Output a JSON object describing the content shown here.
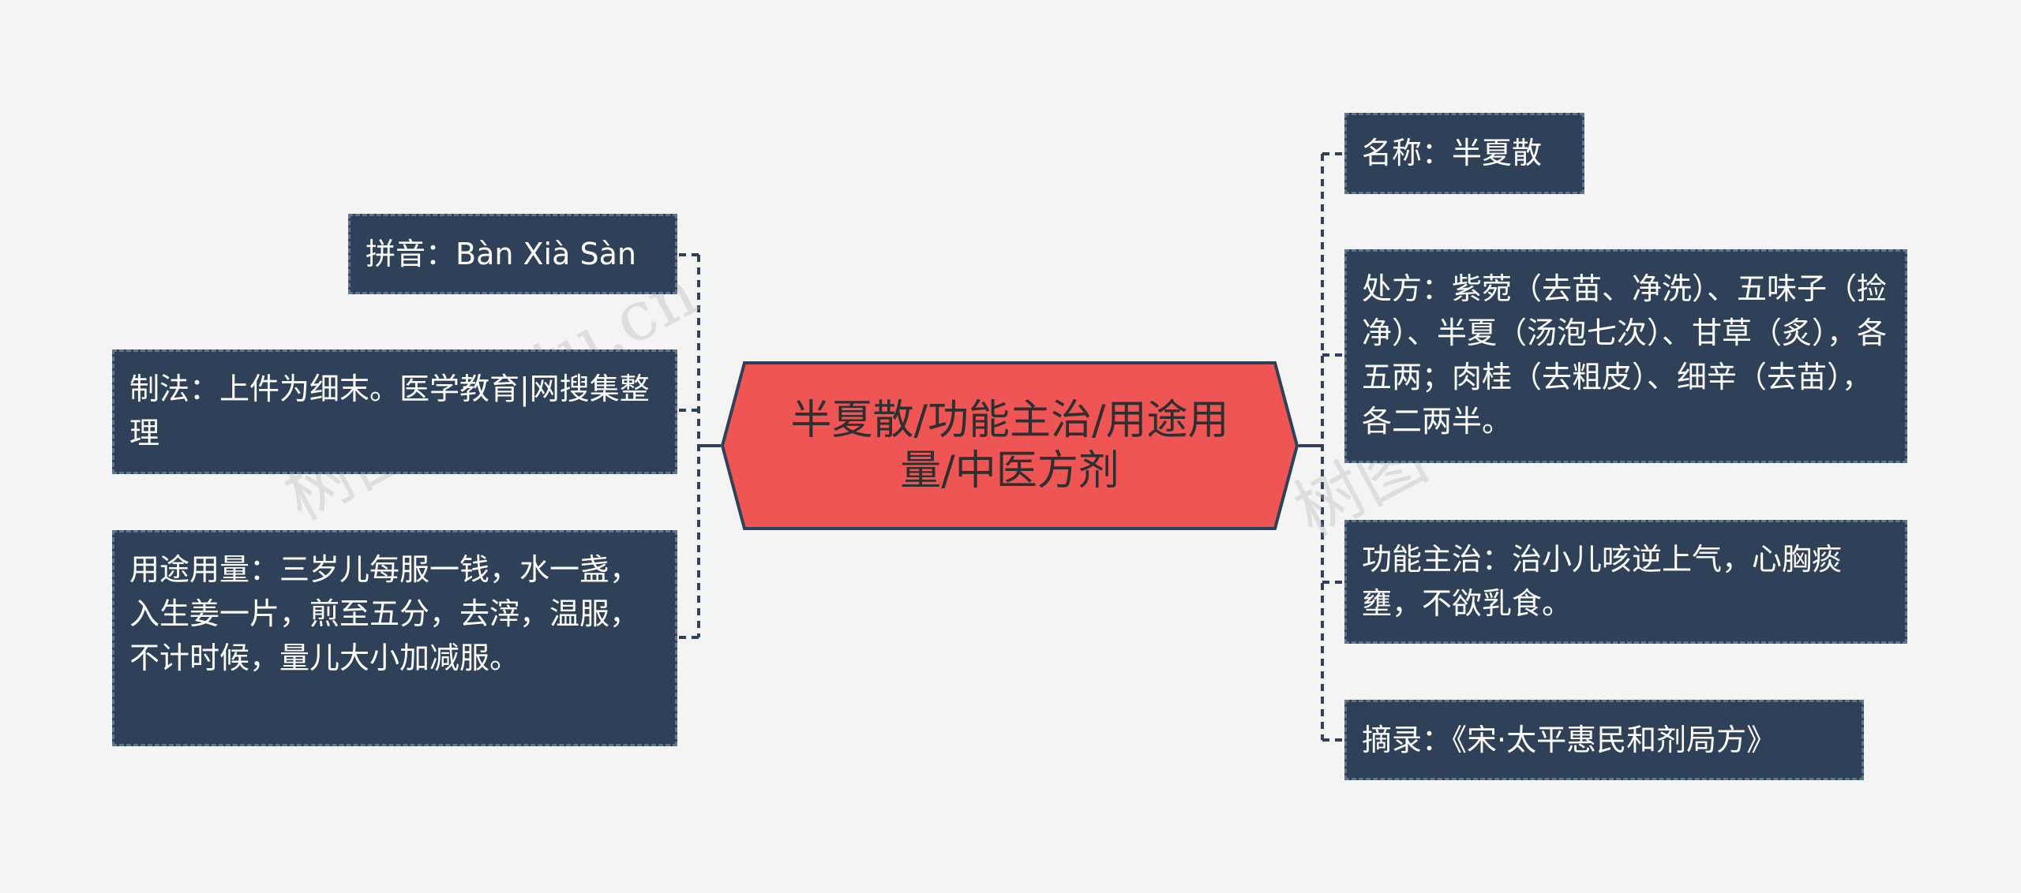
{
  "center": {
    "title": "半夏散/功能主治/用途用量/中医方剂"
  },
  "left_nodes": [
    {
      "text": "拼音：Bàn Xià Sàn"
    },
    {
      "text": "制法：上件为细末。医学教育|网搜集整理"
    },
    {
      "text": "用途用量：三岁儿每服一钱，水一盏，入生姜一片，煎至五分，去滓，温服，不计时候，量儿大小加减服。"
    }
  ],
  "right_nodes": [
    {
      "text": "名称：半夏散"
    },
    {
      "text": "处方：紫菀（去苗、净洗）、五味子（捡净）、半夏（汤泡七次）、甘草（炙），各五两；肉桂（去粗皮）、细辛（去苗），各二两半。"
    },
    {
      "text": "功能主治：治小儿咳逆上气，心胸痰壅，不欲乳食。"
    },
    {
      "text": "摘录：《宋·太平惠民和剂局方》"
    }
  ],
  "colors": {
    "background": "#f4f4f4",
    "center_fill": "#ef5555",
    "center_border": "#2f4159",
    "node_fill": "#2f4159",
    "node_border": "#5d7591",
    "node_text": "#ffffff",
    "connector": "#2f4159"
  }
}
